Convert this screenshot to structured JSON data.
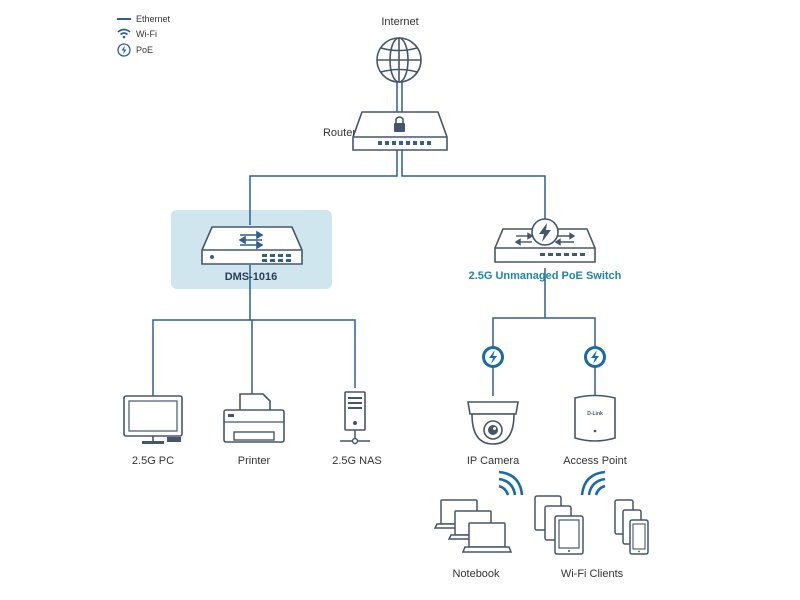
{
  "legend": {
    "ethernet": "Ethernet",
    "wifi": "Wi-Fi",
    "poe": "PoE"
  },
  "nodes": {
    "internet": "Internet",
    "router": "Router",
    "dms": "DMS-1016",
    "poe_switch": "2.5G Unmanaged PoE Switch",
    "pc": "2.5G PC",
    "printer": "Printer",
    "nas": "2.5G NAS",
    "ip_camera": "IP Camera",
    "access_point": "Access Point",
    "notebook": "Notebook",
    "wifi_clients": "Wi-Fi Clients",
    "ap_brand": "D-Link"
  },
  "colors": {
    "line": "#2e5f95",
    "device": "#46566a",
    "accent": "#1b6aa8",
    "highlight": "#cfe6ee",
    "teal_label": "#1f86a6"
  }
}
